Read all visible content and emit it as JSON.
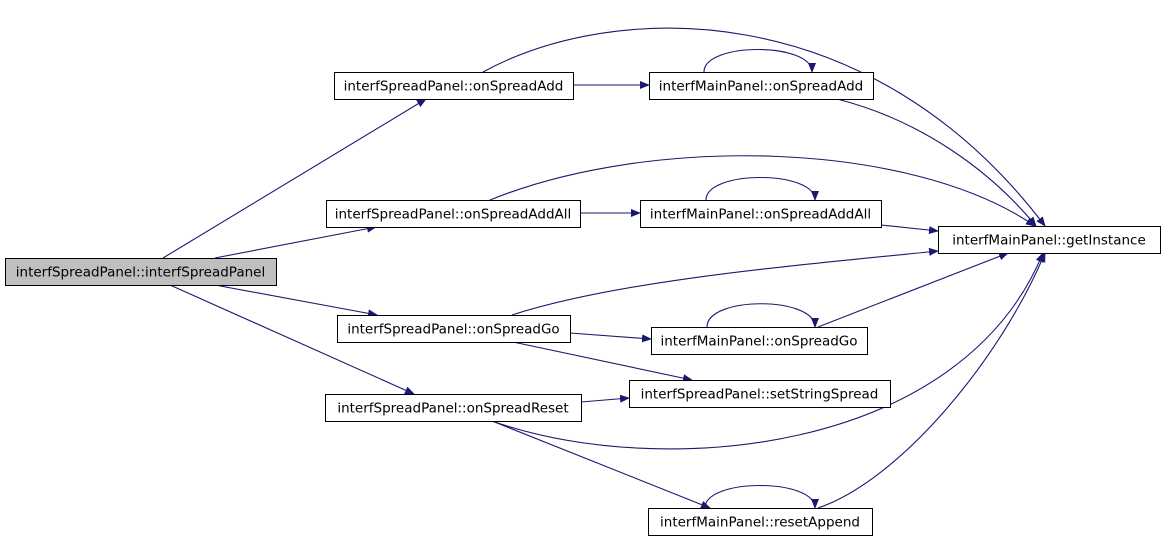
{
  "colors": {
    "edge": "#191970",
    "node_border": "#000000",
    "node_fill": "#ffffff",
    "root_fill": "#bfbfbf"
  },
  "nodes": [
    {
      "id": "ctor",
      "label": "interfSpreadPanel::interfSpreadPanel",
      "highlighted": true
    },
    {
      "id": "onSpreadAdd",
      "label": "interfSpreadPanel::onSpreadAdd"
    },
    {
      "id": "onSpreadAddAll",
      "label": "interfSpreadPanel::onSpreadAddAll"
    },
    {
      "id": "onSpreadGo",
      "label": "interfSpreadPanel::onSpreadGo"
    },
    {
      "id": "onSpreadReset",
      "label": "interfSpreadPanel::onSpreadReset"
    },
    {
      "id": "mpAdd",
      "label": "interfMainPanel::onSpreadAdd"
    },
    {
      "id": "mpAddAll",
      "label": "interfMainPanel::onSpreadAddAll"
    },
    {
      "id": "mpGo",
      "label": "interfMainPanel::onSpreadGo"
    },
    {
      "id": "setStr",
      "label": "interfSpreadPanel::setStringSpread"
    },
    {
      "id": "resetAppend",
      "label": "interfMainPanel::resetAppend"
    },
    {
      "id": "getInstance",
      "label": "interfMainPanel::getInstance"
    }
  ],
  "edges": [
    {
      "from": "ctor",
      "to": "onSpreadAdd"
    },
    {
      "from": "ctor",
      "to": "onSpreadAddAll"
    },
    {
      "from": "ctor",
      "to": "onSpreadGo"
    },
    {
      "from": "ctor",
      "to": "onSpreadReset"
    },
    {
      "from": "onSpreadAdd",
      "to": "mpAdd"
    },
    {
      "from": "onSpreadAdd",
      "to": "getInstance"
    },
    {
      "from": "mpAdd",
      "to": "mpAdd"
    },
    {
      "from": "mpAdd",
      "to": "getInstance"
    },
    {
      "from": "onSpreadAddAll",
      "to": "mpAddAll"
    },
    {
      "from": "onSpreadAddAll",
      "to": "getInstance"
    },
    {
      "from": "mpAddAll",
      "to": "mpAddAll"
    },
    {
      "from": "mpAddAll",
      "to": "getInstance"
    },
    {
      "from": "onSpreadGo",
      "to": "mpGo"
    },
    {
      "from": "onSpreadGo",
      "to": "getInstance"
    },
    {
      "from": "onSpreadGo",
      "to": "setStr"
    },
    {
      "from": "mpGo",
      "to": "mpGo"
    },
    {
      "from": "mpGo",
      "to": "getInstance"
    },
    {
      "from": "onSpreadReset",
      "to": "setStr"
    },
    {
      "from": "onSpreadReset",
      "to": "resetAppend"
    },
    {
      "from": "onSpreadReset",
      "to": "getInstance"
    },
    {
      "from": "resetAppend",
      "to": "resetAppend"
    },
    {
      "from": "resetAppend",
      "to": "getInstance"
    }
  ]
}
